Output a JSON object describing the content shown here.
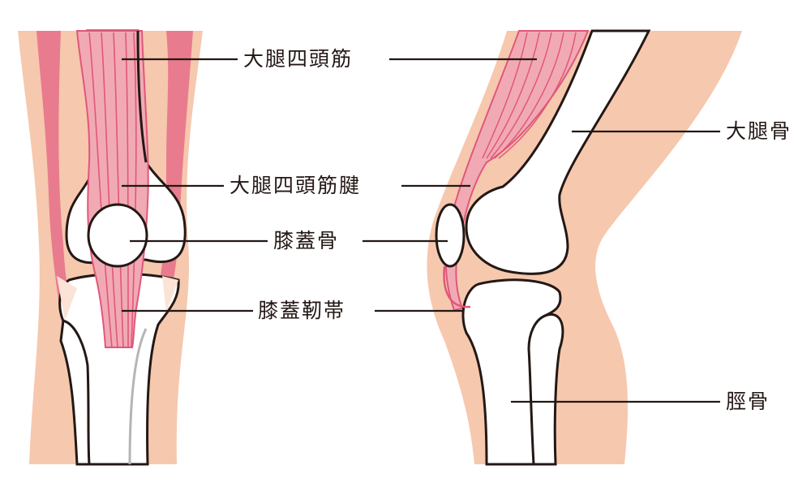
{
  "labels": {
    "quadriceps": "大腿四頭筋",
    "quadriceps_tendon": "大腿四頭筋腱",
    "patella": "膝蓋骨",
    "patellar_ligament": "膝蓋靭帯",
    "femur": "大腿骨",
    "tibia": "脛骨"
  },
  "colors": {
    "skin": "#f6c8ae",
    "muscle_dark": "#e97b8e",
    "muscle_light": "#f1aab4",
    "muscle_line": "#e0577a",
    "outline": "#231815",
    "bone": "#ffffff"
  }
}
